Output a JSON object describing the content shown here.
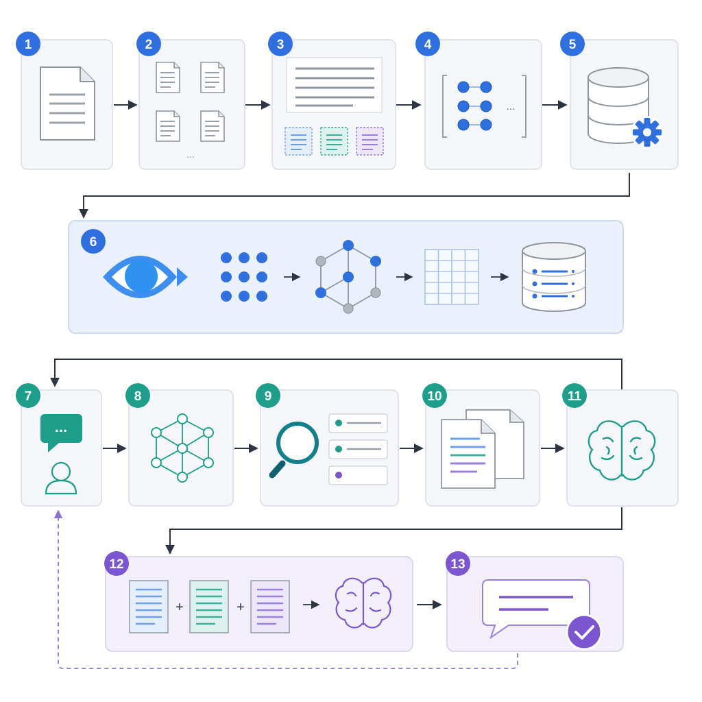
{
  "colors": {
    "blue": "#2f6fe0",
    "teal": "#1e9e8a",
    "purple": "#7c55d1",
    "card_bg": "#f4f6f9",
    "card_border": "#d7dce3",
    "arrow": "#2c3440",
    "gray_line": "#9aa0a8",
    "stage6_bg": "#eaf1fd",
    "stage6_border": "#b9cff0",
    "stage12_bg": "#f2effa",
    "stage12_border": "#d6cdea"
  },
  "steps": [
    {
      "number": "1",
      "color": "blue",
      "icon": "document-icon"
    },
    {
      "number": "2",
      "color": "blue",
      "icon": "multiple-documents-icon",
      "ellipsis": "..."
    },
    {
      "number": "3",
      "color": "blue",
      "icon": "text-chunks-icon"
    },
    {
      "number": "4",
      "color": "blue",
      "icon": "embedding-vectors-icon",
      "ellipsis": "..."
    },
    {
      "number": "5",
      "color": "blue",
      "icon": "database-gear-icon"
    },
    {
      "number": "6",
      "color": "blue",
      "icon": "vision-to-index-pipeline"
    },
    {
      "number": "7",
      "color": "teal",
      "icon": "user-chat-icon",
      "chat_dots": "..."
    },
    {
      "number": "8",
      "color": "teal",
      "icon": "graph-network-icon"
    },
    {
      "number": "9",
      "color": "teal",
      "icon": "search-results-icon"
    },
    {
      "number": "10",
      "color": "teal",
      "icon": "retrieved-documents-icon"
    },
    {
      "number": "11",
      "color": "teal",
      "icon": "brain-icon"
    },
    {
      "number": "12",
      "color": "purple",
      "icon": "context-combination-icon",
      "plus": "+"
    },
    {
      "number": "13",
      "color": "purple",
      "icon": "verified-answer-icon"
    }
  ]
}
